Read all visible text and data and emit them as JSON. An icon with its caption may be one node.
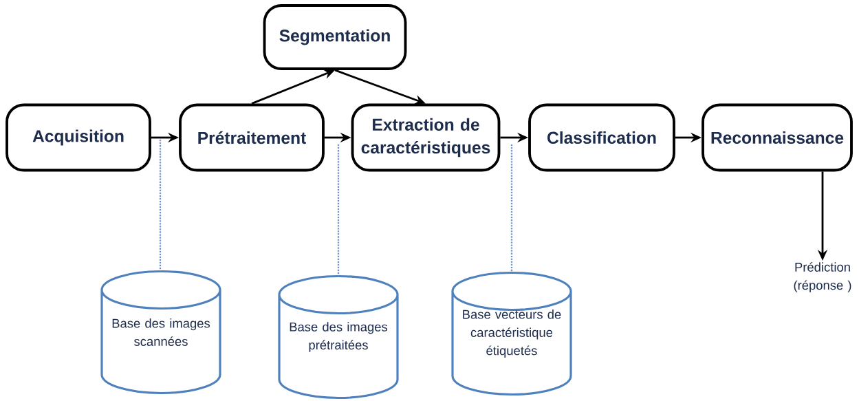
{
  "diagram": {
    "nodes": [
      {
        "text": [
          "Segmentation"
        ]
      },
      {
        "text": [
          "Acquisition"
        ]
      },
      {
        "text": [
          "Prétraitement"
        ]
      },
      {
        "text": [
          "Extraction de caractéristiques"
        ]
      },
      {
        "text": [
          "Classification"
        ]
      },
      {
        "text": [
          "Reconnaissance"
        ]
      },
      {
        "text": [
          "Prédiction (réponse )"
        ]
      },
      {
        "text": [
          "Base des images scannées"
        ]
      },
      {
        "text": [
          "Base des images prétraitées"
        ]
      },
      {
        "text": [
          "Base vecteurs de caractéristique étiquetés"
        ]
      }
    ],
    "edges": [
      {
        "from": 1,
        "to": 2,
        "arrow": "to"
      },
      {
        "from": 2,
        "to": 0,
        "arrow": "to"
      },
      {
        "from": 0,
        "to": 3,
        "arrow": "to"
      },
      {
        "from": 2,
        "to": 3,
        "arrow": "to"
      },
      {
        "from": 3,
        "to": 4,
        "arrow": "to"
      },
      {
        "from": 4,
        "to": 5,
        "arrow": "to"
      },
      {
        "from": 5,
        "to": 6,
        "arrow": "to"
      },
      {
        "from": null,
        "to": 7,
        "arrow": "none",
        "style": "dashed",
        "color": "#6f94d0"
      },
      {
        "from": null,
        "to": 8,
        "arrow": "none",
        "style": "dashed",
        "color": "#6f94d0"
      },
      {
        "from": null,
        "to": 9,
        "arrow": "none",
        "style": "dashed",
        "color": "#6f94d0"
      }
    ]
  }
}
